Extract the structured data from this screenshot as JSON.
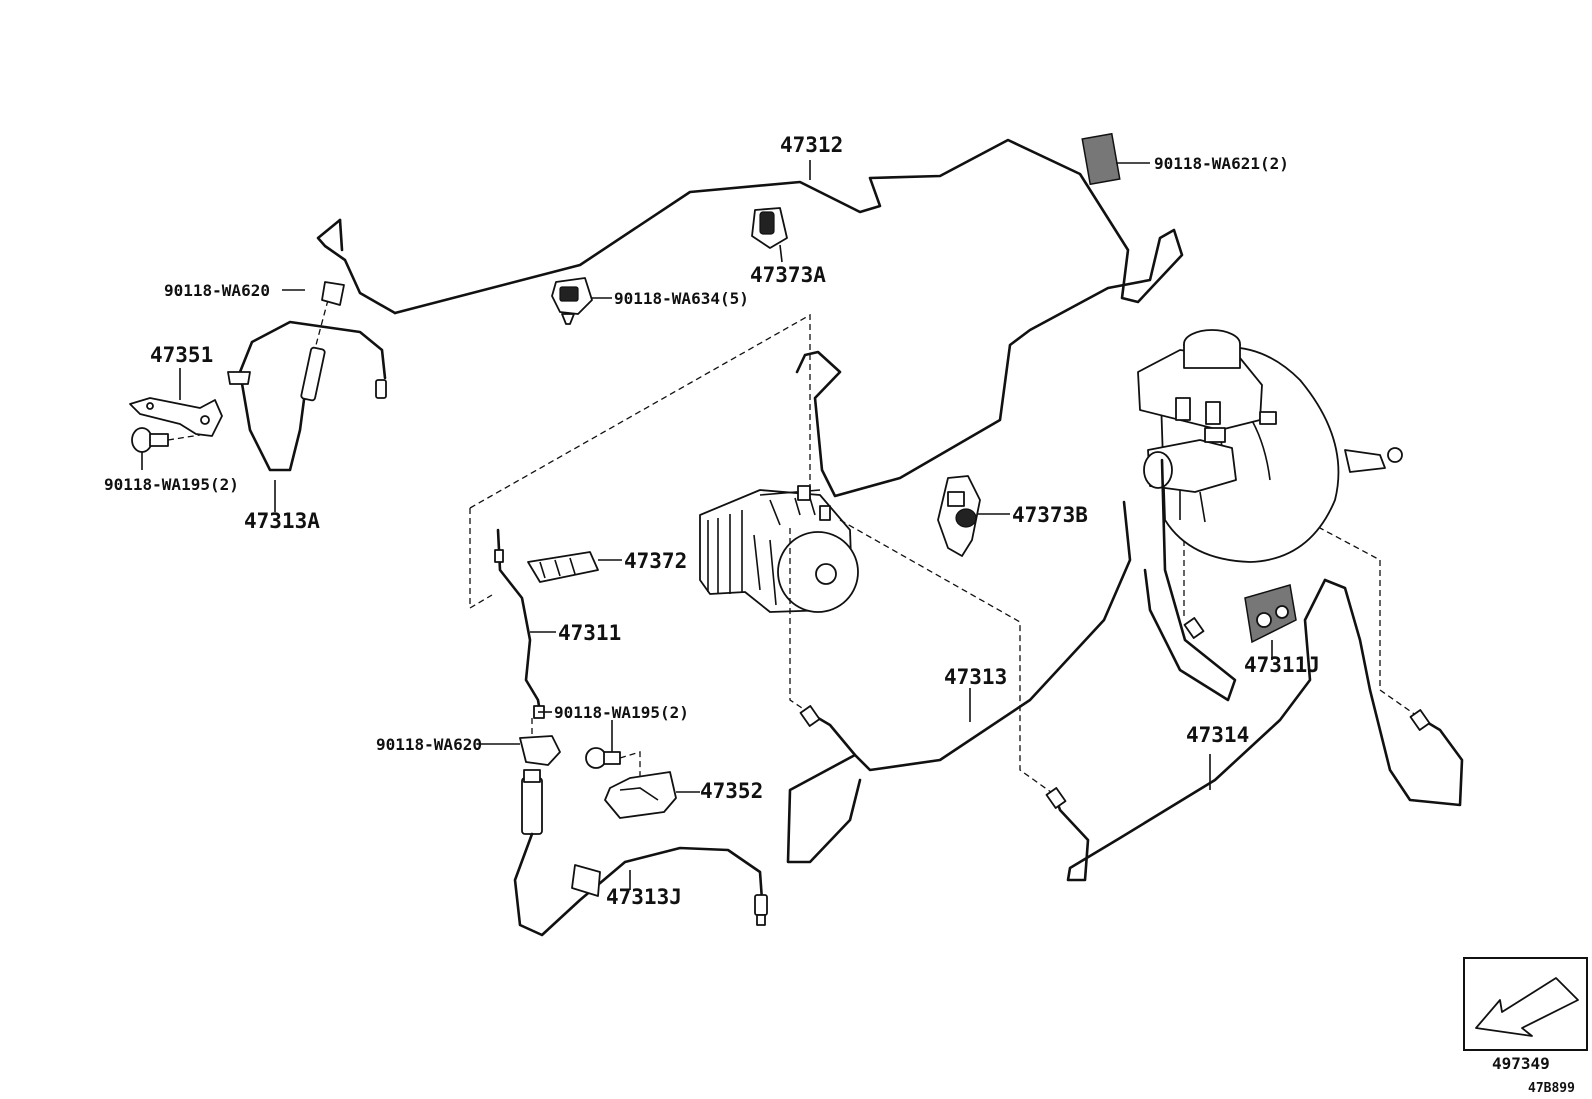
{
  "labels": {
    "p47312": "47312",
    "p90118_wa621": "90118-WA621(2)",
    "p90118_wa620_top": "90118-WA620",
    "p90118_wa634": "90118-WA634(5)",
    "p47373a": "47373A",
    "p47351": "47351",
    "p90118_wa195_left": "90118-WA195(2)",
    "p47313a": "47313A",
    "p47373b": "47373B",
    "p47372": "47372",
    "p47311": "47311",
    "p90118_wa195_mid": "90118-WA195(2)",
    "p90118_wa620_mid": "90118-WA620",
    "p47352": "47352",
    "p47313j": "47313J",
    "p47313": "47313",
    "p47314": "47314",
    "p47311j": "47311J"
  },
  "reference": {
    "figure_number": "497349",
    "diagram_code": "47B899"
  }
}
